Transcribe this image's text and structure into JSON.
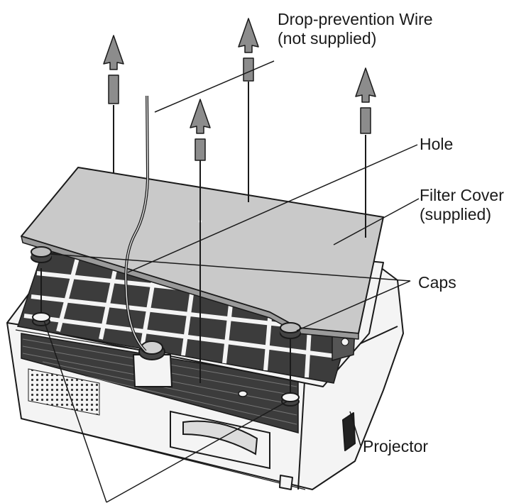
{
  "labels": {
    "wire_line1": "Drop-prevention Wire",
    "wire_line2": "(not supplied)",
    "hole": "Hole",
    "cover_line1": "Filter Cover",
    "cover_line2": "(supplied)",
    "caps": "Caps",
    "projector": "Projector"
  },
  "colors": {
    "line": "#1a1a1a",
    "arrow_fill": "#8c8c8c",
    "cover_fill": "#c9c9c9",
    "vent_fill": "#3c3c3c",
    "body_fill": "#f4f4f4"
  },
  "icons": [
    "upward-arrow-icon",
    "knob-icon",
    "cap-icon"
  ]
}
